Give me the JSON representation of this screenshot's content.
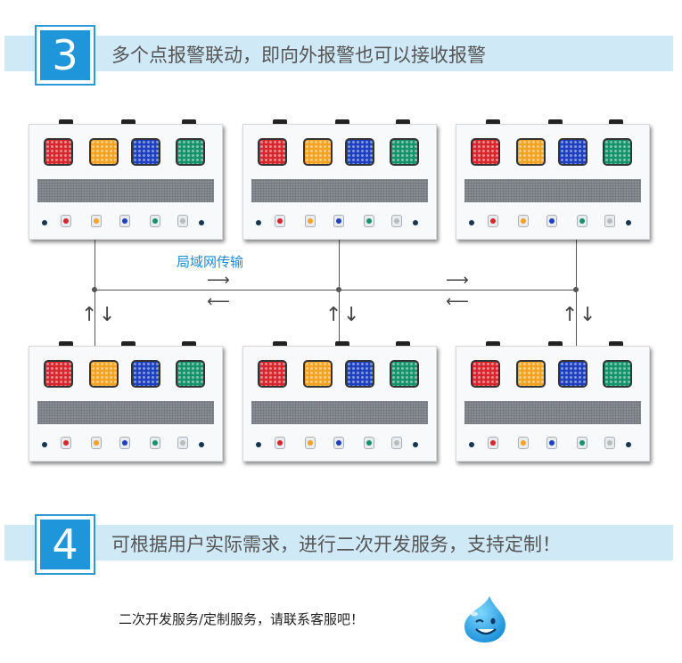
{
  "section3": {
    "number": "3",
    "text": "多个点报警联动，即向外报警也可以接收报警"
  },
  "network": {
    "label": "局域网传输"
  },
  "section4": {
    "number": "4",
    "text": "可根据用户实际需求，进行二次开发服务，支持定制！"
  },
  "footer": {
    "text": "二次开发服务/定制服务，请联系客服吧！"
  },
  "colors": {
    "banner_bg": "#cfe9f7",
    "number_box": "#1f96d9",
    "lamp_red": "#d8262c",
    "lamp_amber": "#f2a321",
    "lamp_blue": "#1e3fbf",
    "lamp_green": "#14936a",
    "link_text": "#1a8ad6"
  },
  "icons": [
    "right-arrow-icon",
    "left-arrow-icon",
    "up-arrow-icon",
    "down-arrow-icon",
    "smiley-droplet-icon"
  ]
}
